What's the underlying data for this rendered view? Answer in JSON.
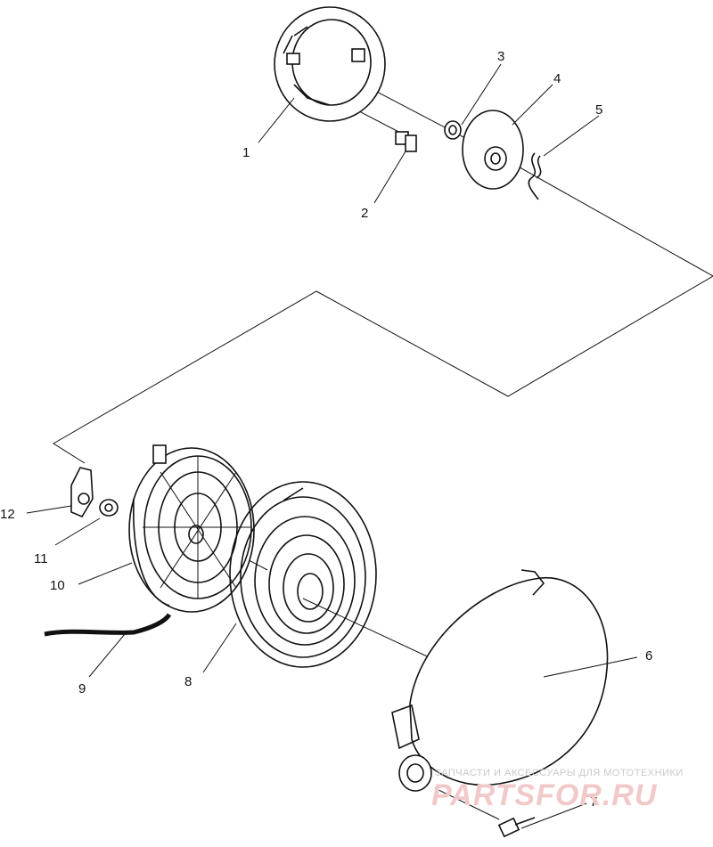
{
  "diagram": {
    "part_labels": [
      "1",
      "2",
      "3",
      "4",
      "5",
      "6",
      "7",
      "8",
      "9",
      "10",
      "11",
      "12"
    ]
  },
  "watermark": {
    "caption": "ЗАПЧАСТИ И АКСЕССУАРЫ ДЛЯ МОТОТЕХНИКИ",
    "logo_text": "PARTSFOR.RU",
    "color": "#e8a0a0"
  }
}
